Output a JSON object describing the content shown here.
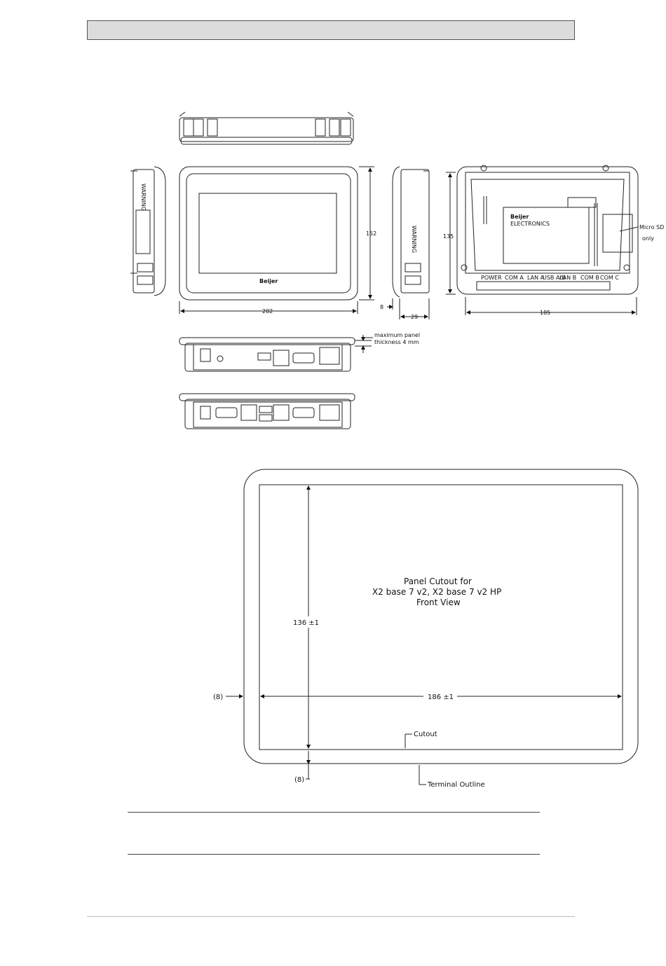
{
  "drawing": {
    "views": {
      "front_width": "202",
      "front_height": "152",
      "front_depth": "8",
      "side_depth": "29",
      "rear_height": "135",
      "rear_width": "185",
      "micro_sd_line1": "Micro SD",
      "micro_sd_line2": "only",
      "panel_note_line1": "maximum panel",
      "panel_note_line2": "thickness 4 mm"
    },
    "rear_ports": {
      "power": "POWER",
      "com_a": "COM A",
      "lan_a": "LAN A",
      "usb_ab": "USB A/B",
      "lan_b": "LAN B",
      "com_b": "COM B",
      "com_c": "COM C"
    },
    "side_labels": {
      "warning": "WARNING"
    },
    "logo": {
      "brand": "Beijer",
      "sub": "ELECTRONICS"
    },
    "cutout": {
      "title_line1": "Panel Cutout for",
      "title_line2": "X2 base 7 v2, X2 base 7 v2 HP",
      "title_line3": "Front View",
      "height_dim": "136 ±1",
      "width_dim": "186 ±1",
      "left_margin": "(8)",
      "bottom_margin": "(8)",
      "cutout_label": "Cutout",
      "terminal_label": "Terminal Outline"
    }
  }
}
